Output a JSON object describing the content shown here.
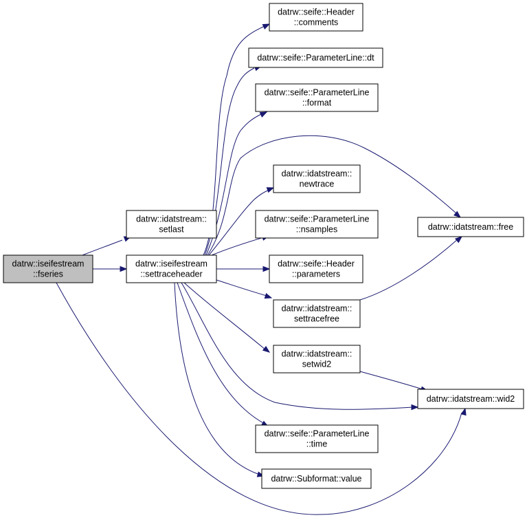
{
  "colors": {
    "edge": "#191970",
    "node_border": "#000000",
    "node_fill": "#ffffff",
    "focus_fill": "#bfbfbf"
  },
  "nodes": [
    {
      "id": "fseries",
      "lines": [
        "datrw::iseifestream",
        "::fseries"
      ],
      "highlight": true
    },
    {
      "id": "setlast",
      "lines": [
        "datrw::idatstream::",
        "setlast"
      ]
    },
    {
      "id": "settraceheader",
      "lines": [
        "datrw::iseifestream",
        "::settraceheader"
      ]
    },
    {
      "id": "comments",
      "lines": [
        "datrw::seife::Header",
        "::comments"
      ]
    },
    {
      "id": "dt",
      "lines": [
        "datrw::seife::ParameterLine::dt"
      ]
    },
    {
      "id": "format",
      "lines": [
        "datrw::seife::ParameterLine",
        "::format"
      ]
    },
    {
      "id": "newtrace",
      "lines": [
        "datrw::idatstream::",
        "newtrace"
      ]
    },
    {
      "id": "nsamples",
      "lines": [
        "datrw::seife::ParameterLine",
        "::nsamples"
      ]
    },
    {
      "id": "parameters",
      "lines": [
        "datrw::seife::Header",
        "::parameters"
      ]
    },
    {
      "id": "settracefree",
      "lines": [
        "datrw::idatstream::",
        "settracefree"
      ]
    },
    {
      "id": "setwid2",
      "lines": [
        "datrw::idatstream::",
        "setwid2"
      ]
    },
    {
      "id": "time",
      "lines": [
        "datrw::seife::ParameterLine",
        "::time"
      ]
    },
    {
      "id": "value",
      "lines": [
        "datrw::Subformat::value"
      ]
    },
    {
      "id": "free",
      "lines": [
        "datrw::idatstream::free"
      ]
    },
    {
      "id": "wid2",
      "lines": [
        "datrw::idatstream::wid2"
      ]
    }
  ],
  "edges": [
    {
      "from": "fseries",
      "to": "setlast"
    },
    {
      "from": "fseries",
      "to": "settraceheader"
    },
    {
      "from": "fseries",
      "to": "wid2"
    },
    {
      "from": "settraceheader",
      "to": "comments"
    },
    {
      "from": "settraceheader",
      "to": "dt"
    },
    {
      "from": "settraceheader",
      "to": "format"
    },
    {
      "from": "settraceheader",
      "to": "free"
    },
    {
      "from": "settraceheader",
      "to": "newtrace"
    },
    {
      "from": "settraceheader",
      "to": "nsamples"
    },
    {
      "from": "settraceheader",
      "to": "parameters"
    },
    {
      "from": "settraceheader",
      "to": "settracefree"
    },
    {
      "from": "settraceheader",
      "to": "setwid2"
    },
    {
      "from": "settraceheader",
      "to": "wid2"
    },
    {
      "from": "settraceheader",
      "to": "time"
    },
    {
      "from": "settraceheader",
      "to": "value"
    },
    {
      "from": "settracefree",
      "to": "free"
    },
    {
      "from": "setwid2",
      "to": "wid2"
    }
  ]
}
